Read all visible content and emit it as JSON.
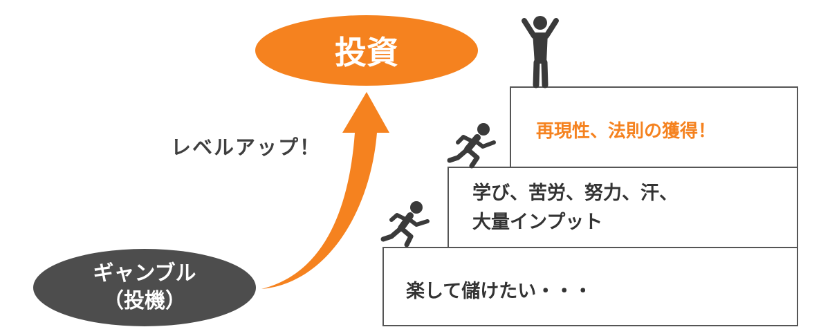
{
  "goal": {
    "label": "投資"
  },
  "start": {
    "line1": "ギャンブル",
    "line2": "（投機）"
  },
  "arrow": {
    "label": "レベルアップ！"
  },
  "steps": [
    {
      "lines": [
        "楽して儲けたい・・・"
      ]
    },
    {
      "lines": [
        "学び、苦労、努力、汗、",
        "大量インプット"
      ]
    },
    {
      "lines": [
        "再現性、法則の獲得！"
      ]
    }
  ],
  "colors": {
    "accent": "#f5821f",
    "dark": "#4d4d4d",
    "figure": "#3a3a3a"
  },
  "icons": [
    "person-cheering-icon",
    "person-running-icon"
  ]
}
